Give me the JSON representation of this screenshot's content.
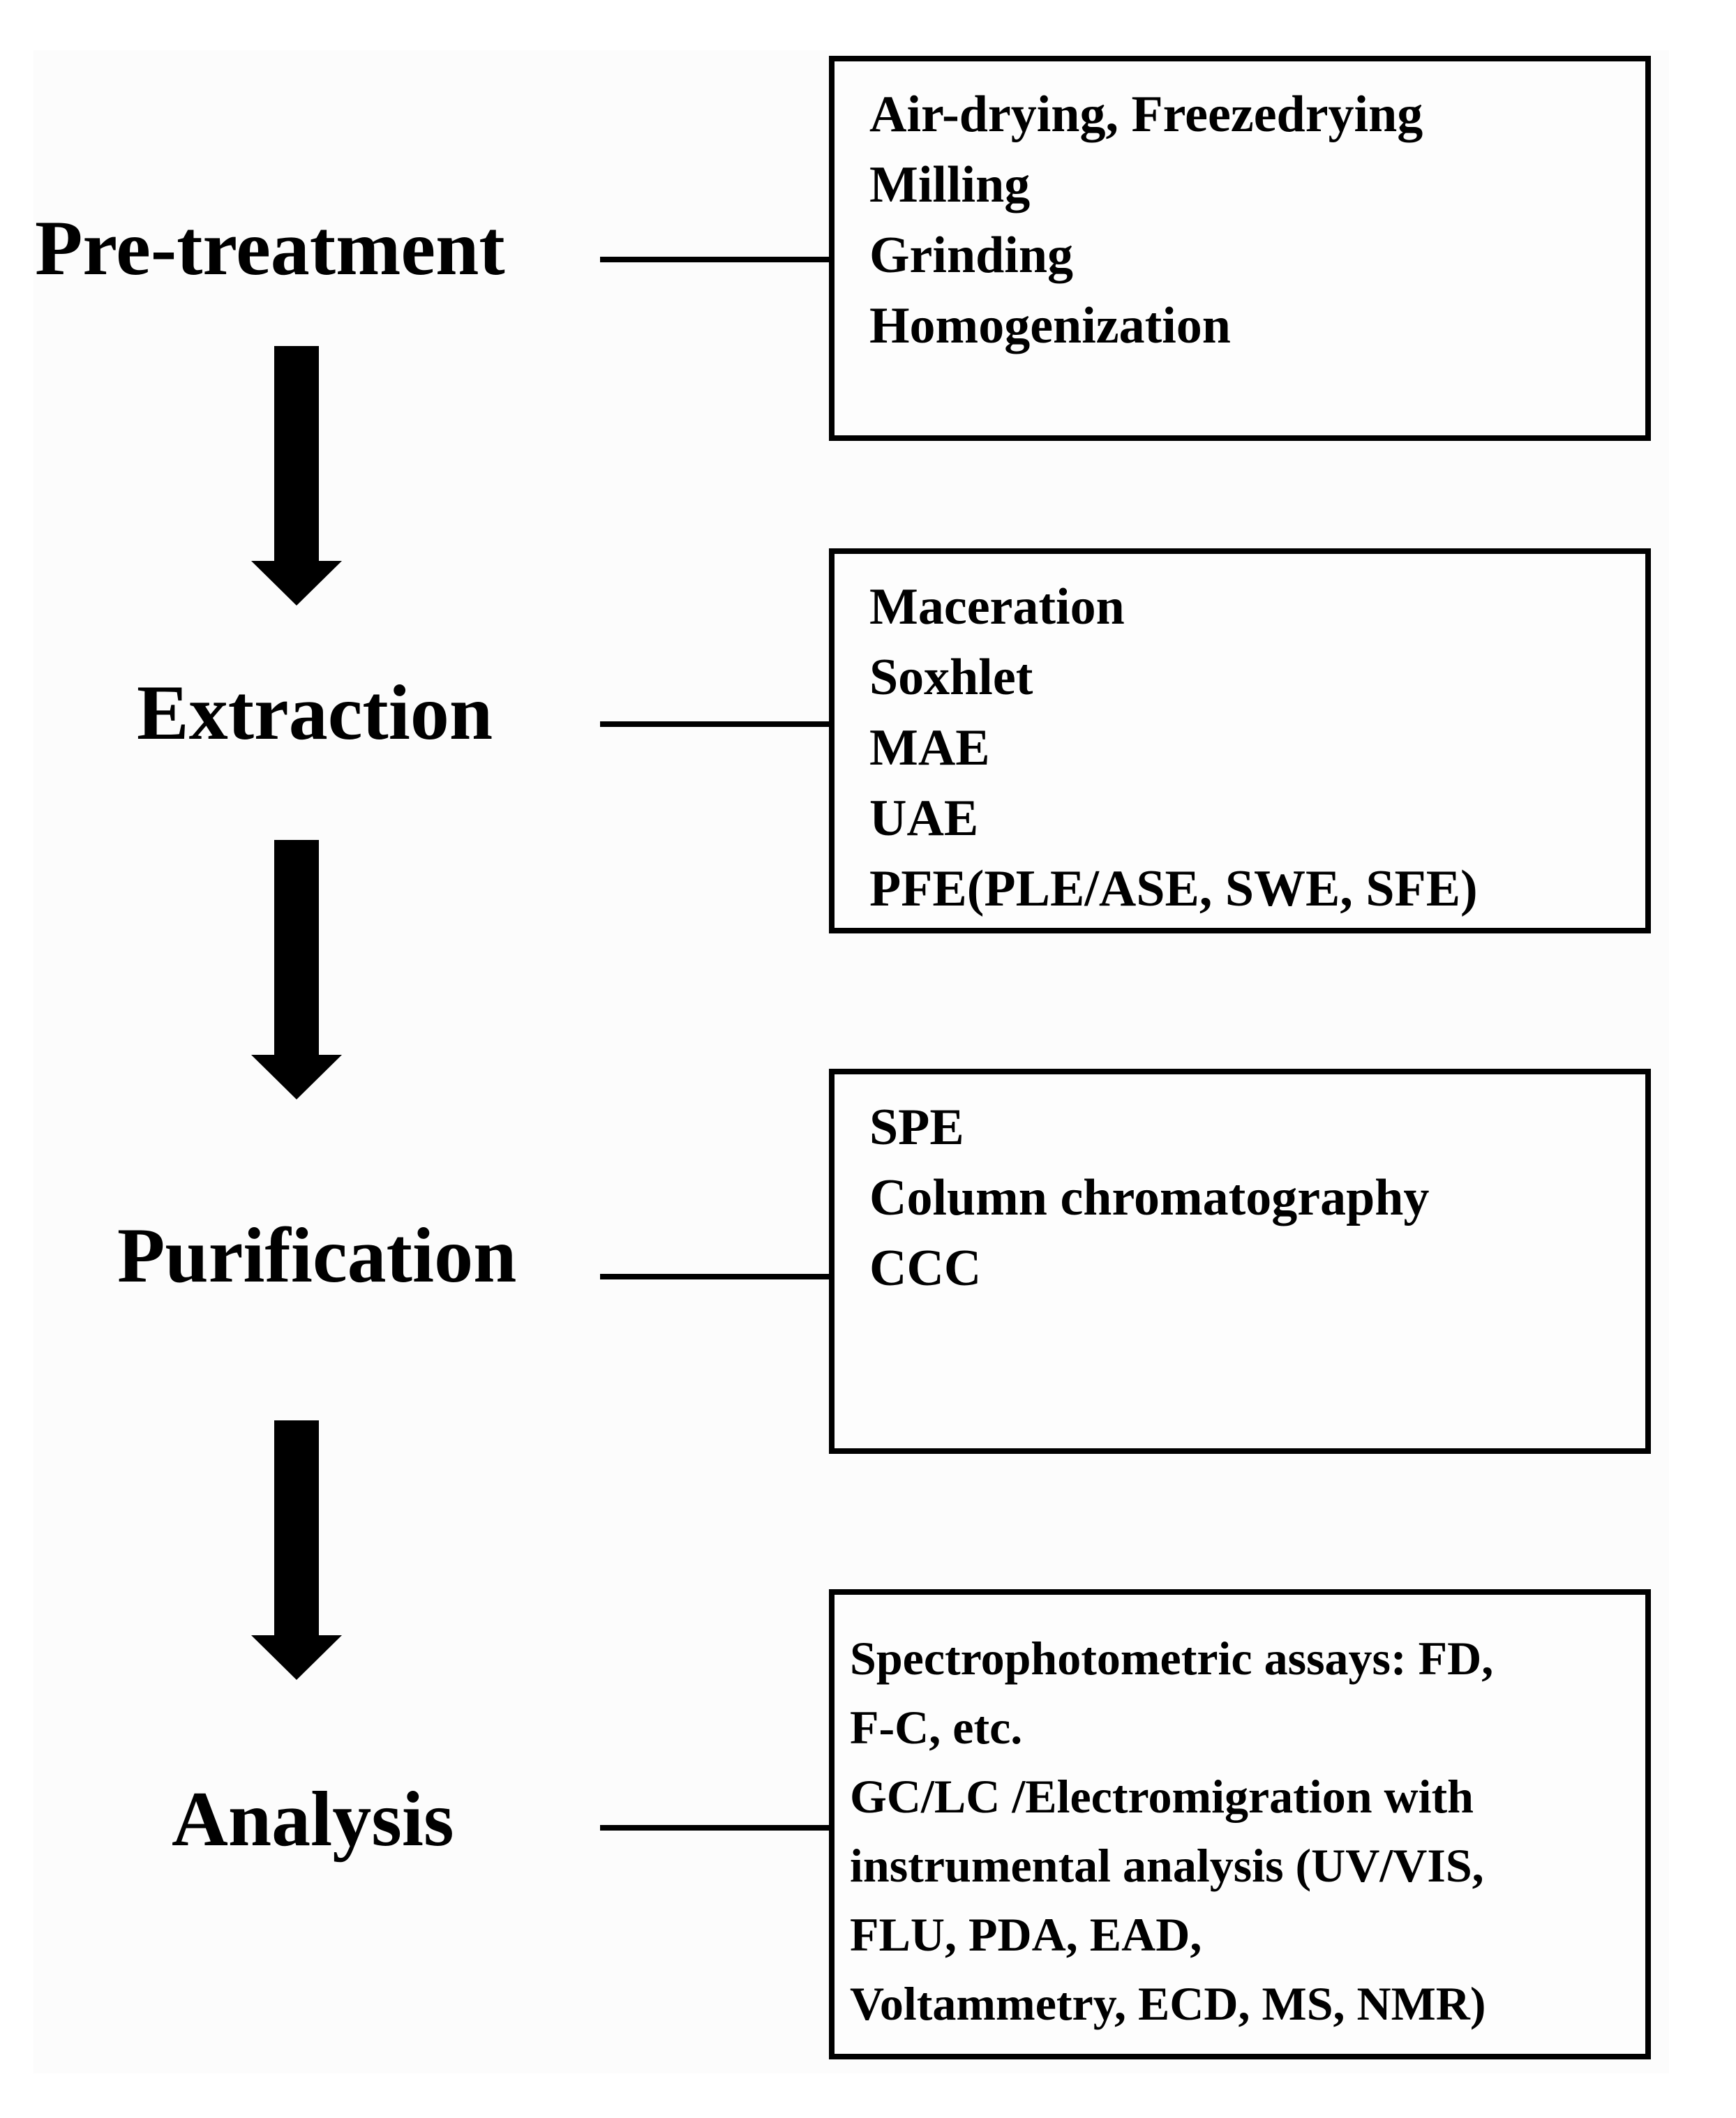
{
  "stages": [
    {
      "label": "Pre-treatment",
      "methods": [
        "Air-drying, Freezedrying",
        "Milling",
        "Grinding",
        "Homogenization"
      ]
    },
    {
      "label": "Extraction",
      "methods": [
        "Maceration",
        "Soxhlet",
        "MAE",
        "UAE",
        "PFE(PLE/ASE, SWE, SFE)"
      ]
    },
    {
      "label": "Purification",
      "methods": [
        "SPE",
        "Column chromatography",
        "CCC"
      ]
    },
    {
      "label": "Analysis",
      "methods": [
        "Spectrophotometric assays: FD,",
        "F-C, etc.",
        "GC/LC /Electromigration with",
        "instrumental analysis (UV/VIS,",
        "FLU, PDA, EAD,",
        "Voltammetry, ECD, MS, NMR)"
      ]
    }
  ]
}
